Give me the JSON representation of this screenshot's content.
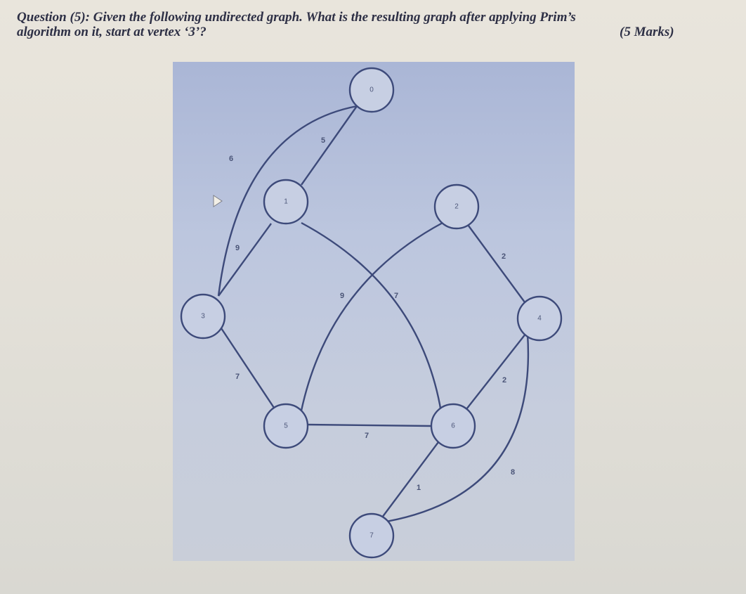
{
  "question": {
    "line1": "Question (5): Given the following undirected graph. What is the resulting graph after applying Prim’s",
    "line2": "algorithm on it, start at vertex ‘3’?",
    "marks": "(5 Marks)"
  },
  "graph": {
    "start_vertex": "3",
    "nodes": [
      {
        "id": "0",
        "label": "0"
      },
      {
        "id": "1",
        "label": "1"
      },
      {
        "id": "2",
        "label": "2"
      },
      {
        "id": "3",
        "label": "3"
      },
      {
        "id": "4",
        "label": "4"
      },
      {
        "id": "5",
        "label": "5"
      },
      {
        "id": "6",
        "label": "6"
      },
      {
        "id": "7",
        "label": "7"
      }
    ],
    "edges": [
      {
        "from": "0",
        "to": "3",
        "weight": "6"
      },
      {
        "from": "0",
        "to": "1",
        "weight": "5"
      },
      {
        "from": "1",
        "to": "3",
        "weight": "9"
      },
      {
        "from": "1",
        "to": "6",
        "weight": "7"
      },
      {
        "from": "2",
        "to": "5",
        "weight": "9"
      },
      {
        "from": "2",
        "to": "4",
        "weight": "2"
      },
      {
        "from": "3",
        "to": "5",
        "weight": "7"
      },
      {
        "from": "5",
        "to": "6",
        "weight": "7"
      },
      {
        "from": "4",
        "to": "6",
        "weight": "2"
      },
      {
        "from": "6",
        "to": "7",
        "weight": "1"
      },
      {
        "from": "4",
        "to": "7",
        "weight": "8"
      }
    ]
  },
  "colors": {
    "panel": "#b8c2dc",
    "edge": "#3d4a7a",
    "text": "#2d2f45"
  }
}
